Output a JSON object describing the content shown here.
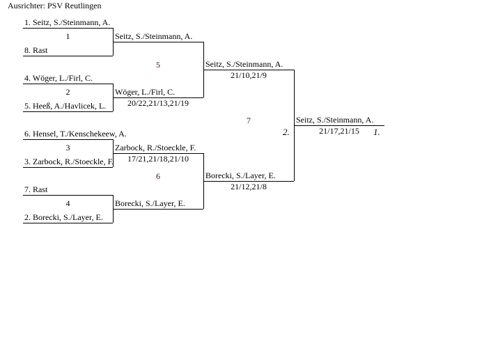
{
  "header": {
    "organizer": "Ausrichter: PSV Reutlingen"
  },
  "round1": [
    {
      "match": "1",
      "top": "1. Seitz, S./Steinmann, A.",
      "bottom": "8. Rast"
    },
    {
      "match": "2",
      "top": "4. Wöger, L./Firl, C.",
      "bottom": "5. Heeß, A./Havlicek, L."
    },
    {
      "match": "3",
      "top": "6. Hensel, T./Kenschekeew, A.",
      "bottom": "3. Zarbock, R./Stoeckle, F."
    },
    {
      "match": "4",
      "top": "7. Rast",
      "bottom": "2. Borecki, S./Layer, E."
    }
  ],
  "round2": [
    {
      "winner": "Seitz, S./Steinmann, A.",
      "score": ""
    },
    {
      "winner": "Wöger, L./Firl, C.",
      "score": "20/22,21/13,21/19"
    },
    {
      "winner": "Zarbock, R./Stoeckle, F.",
      "score": "17/21,21/18,21/10"
    },
    {
      "winner": "Borecki, S./Layer, E.",
      "score": ""
    }
  ],
  "round2_matches": [
    "5",
    "6"
  ],
  "round3": [
    {
      "winner": "Seitz, S./Steinmann, A.",
      "score": "21/10,21/9"
    },
    {
      "winner": "Borecki, S./Layer, E.",
      "score": "21/12,21/8"
    }
  ],
  "final": {
    "match": "7",
    "winner": "Seitz, S./Steinmann, A.",
    "score": "21/17,21/15",
    "first_place": "1.",
    "second_place": "2."
  }
}
